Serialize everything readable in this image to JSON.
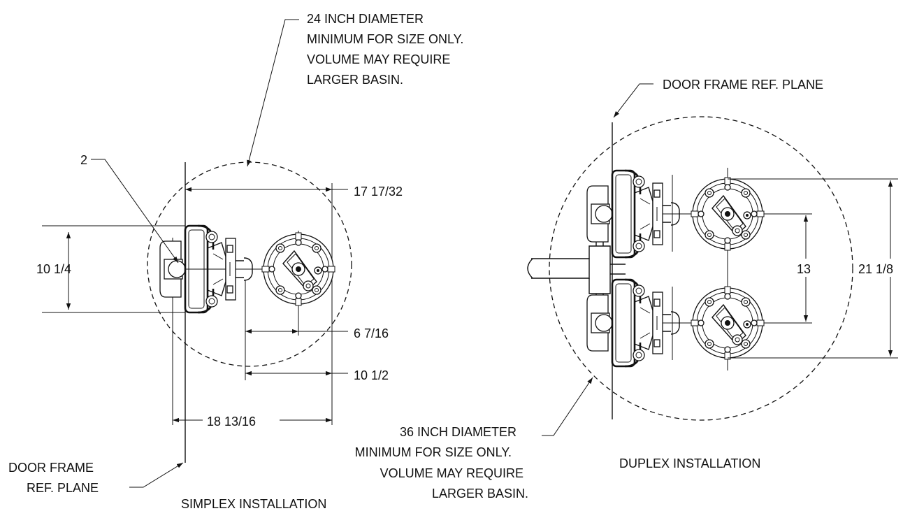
{
  "simplex": {
    "basin_note": [
      "24 INCH DIAMETER",
      "MINIMUM FOR SIZE ONLY.",
      "VOLUME MAY REQUIRE",
      "LARGER BASIN."
    ],
    "callout_2": "2",
    "dim_17_17_32": "17 17/32",
    "dim_10_1_4": "10 1/4",
    "dim_6_7_16": "6 7/16",
    "dim_10_1_2": "10 1/2",
    "dim_18_13_16": "18 13/16",
    "door_frame_label": [
      "DOOR FRAME",
      "REF. PLANE"
    ],
    "caption": "SIMPLEX INSTALLATION"
  },
  "duplex": {
    "door_frame_label": "DOOR FRAME REF. PLANE",
    "dim_13": "13",
    "dim_21_1_8": "21 1/8",
    "basin_note": [
      "36 INCH DIAMETER",
      "MINIMUM FOR SIZE ONLY.",
      "VOLUME MAY REQUIRE",
      "LARGER BASIN."
    ],
    "caption": "DUPLEX INSTALLATION"
  }
}
